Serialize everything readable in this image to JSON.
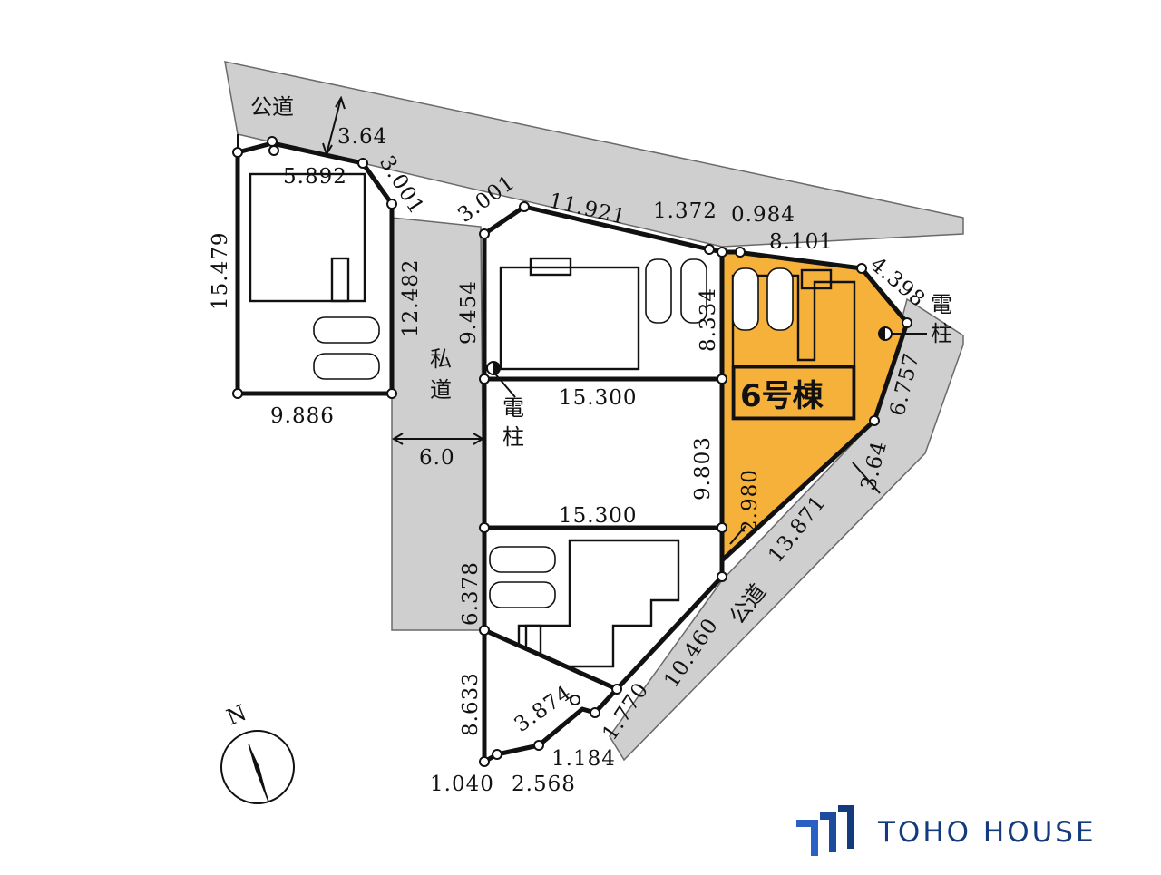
{
  "labels": {
    "public_road_top": "公道",
    "public_road_bottom": "公道",
    "private_road": "私道",
    "pole_left": "電柱",
    "pole_right": "電柱",
    "lot6": "6号棟"
  },
  "dimensions": {
    "top_road_width": "3.64",
    "lot1_top": "5.892",
    "lot1_corner": "3.001",
    "lot1_left": "15.479",
    "lot1_right": "12.482",
    "lot1_bottom": "9.886",
    "private_road_width": "6.0",
    "lot2_corner": "3.001",
    "lot2_top": "11.921",
    "lot2_top_short": "1.372",
    "lot2_left": "9.454",
    "lot2_right": "8.334",
    "lot6_top_short": "0.984",
    "lot6_top": "8.101",
    "lot6_corner": "4.398",
    "lot6_right": "6.757",
    "lot3_top": "15.300",
    "lot3_right": "9.803",
    "lot4_top": "15.300",
    "lot6_bottom": "2.980",
    "right_road_width": "3.64",
    "road_edge": "13.871",
    "lot4_left": "6.378",
    "lot5_left": "8.633",
    "lot5_diag": "3.874",
    "lot5_bottom_a": "1.040",
    "lot5_bottom_b": "2.568",
    "lot5_bottom_c": "1.184",
    "lot5_right_a": "1.770",
    "lot5_right_b": "10.460"
  },
  "compass": {
    "north": "N"
  },
  "brand": {
    "name": "TOHO HOUSE",
    "color": "#123a7c"
  },
  "colors": {
    "highlight": "#f6b13a",
    "road": "#cfcfcf"
  }
}
